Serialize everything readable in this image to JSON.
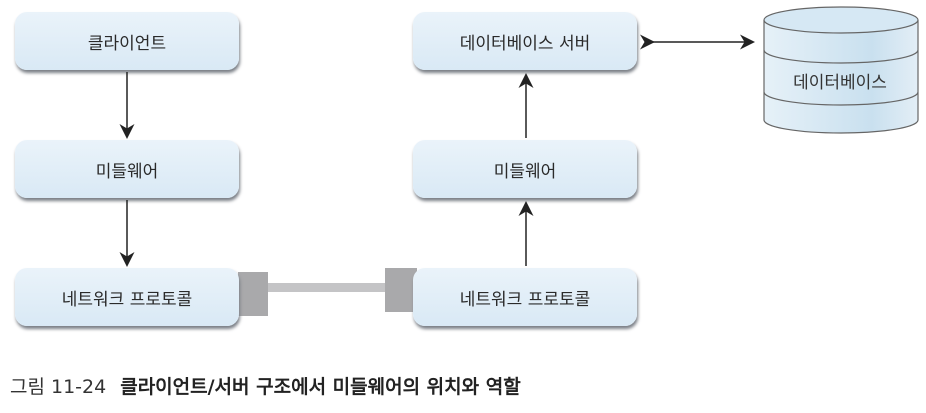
{
  "left_column": {
    "client": "클라이언트",
    "middleware": "미들웨어",
    "network": "네트워크 프로토콜"
  },
  "right_column": {
    "db_server": "데이터베이스 서버",
    "middleware": "미들웨어",
    "network": "네트워크 프로토콜"
  },
  "database": {
    "label": "데이터베이스"
  },
  "caption": {
    "number": "그림 11-24",
    "title": "클라이언트/서버 구조에서 미들웨어의 위치와 역할"
  },
  "colors": {
    "box": "#e3eff8",
    "connector": "#a9a9ab",
    "arrow": "#222222"
  }
}
